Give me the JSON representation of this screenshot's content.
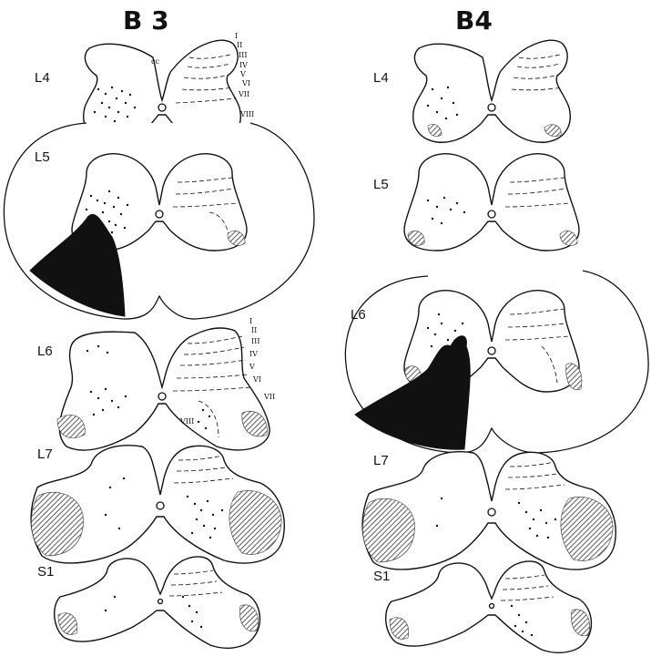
{
  "panels": [
    {
      "id": "B3",
      "title": "B 3",
      "levels": [
        "L4",
        "L5",
        "L6",
        "L7",
        "S1"
      ],
      "lamina_labels_L4": [
        "I",
        "II",
        "III",
        "IV",
        "V",
        "VI",
        "VII",
        "VIII"
      ],
      "lamina_labels_L6": [
        "I",
        "II",
        "III",
        "IV",
        "V",
        "VI",
        "VII",
        "VIII"
      ],
      "cc_label": "cc"
    },
    {
      "id": "B4",
      "title": "B4",
      "levels": [
        "L4",
        "L5",
        "L6",
        "L7",
        "S1"
      ]
    }
  ]
}
